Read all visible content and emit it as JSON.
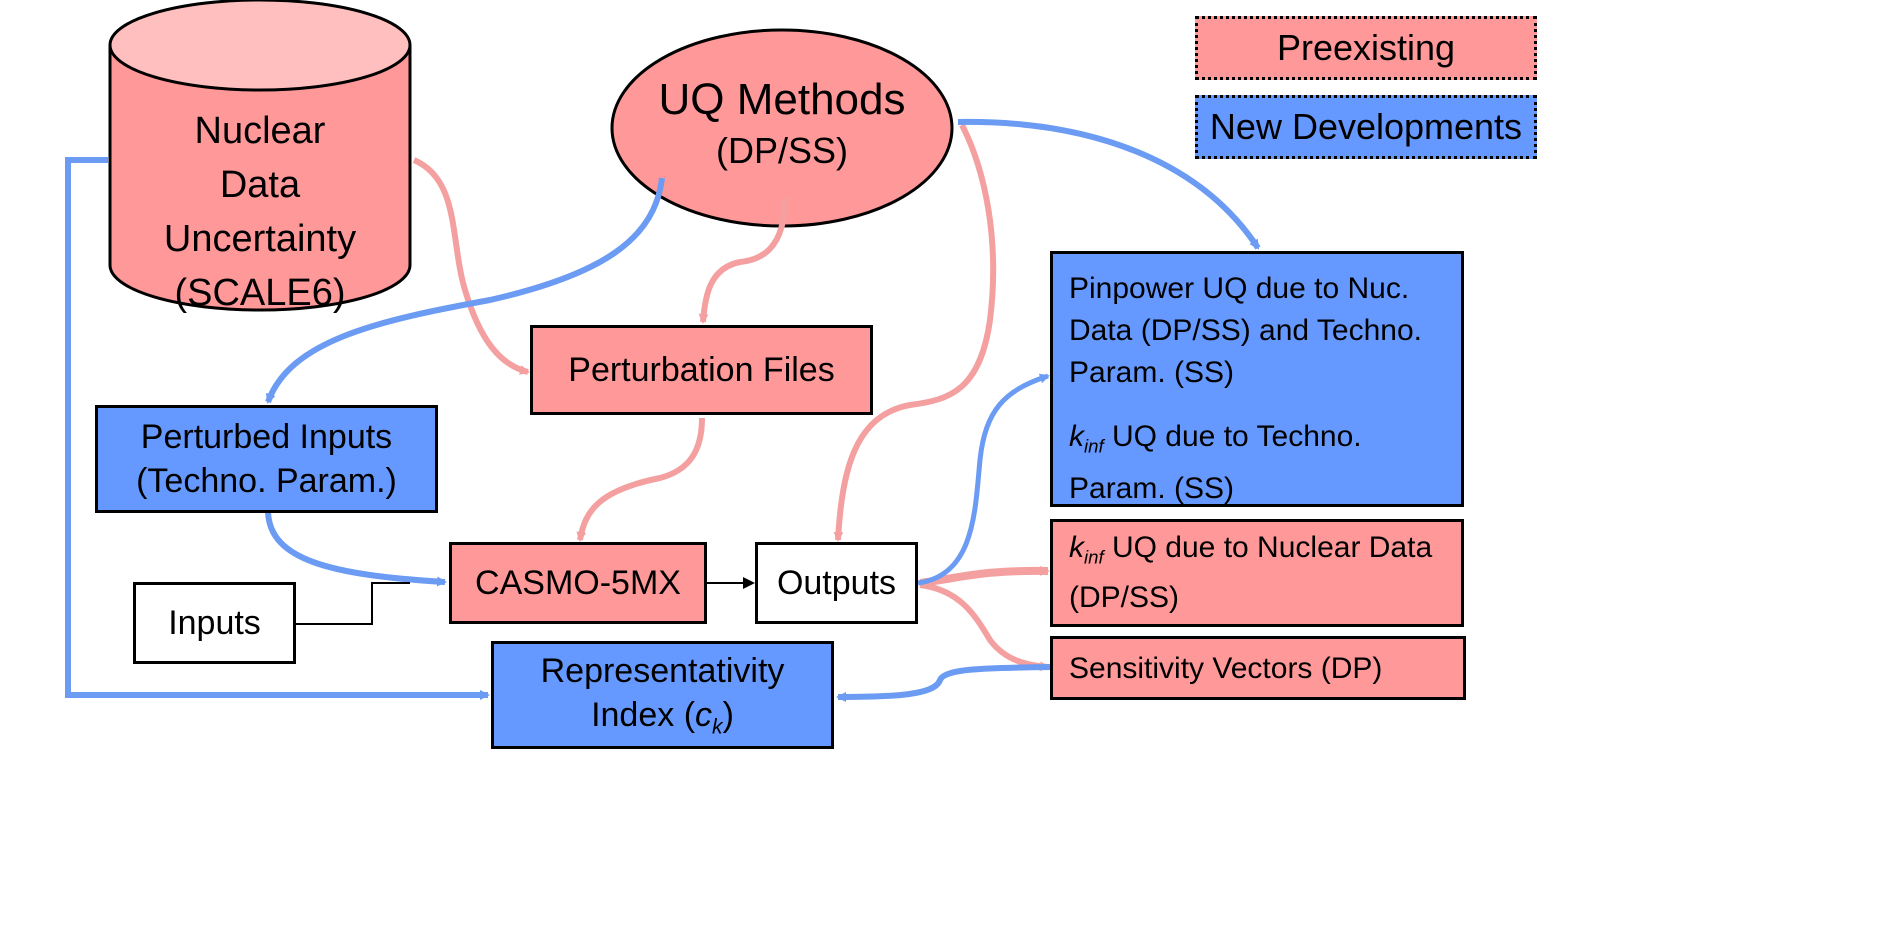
{
  "colors": {
    "preexisting_fill": "#FF9999",
    "new_dev_fill": "#6699FF",
    "pink_arrow": "#F4A0A0",
    "blue_arrow": "#6B9BF2",
    "cylinder_top": "#FFBFBF",
    "border": "#000000"
  },
  "legend": {
    "preexisting": "Preexisting",
    "new_developments": "New Developments"
  },
  "nodes": {
    "nuclear_data": {
      "lines": [
        "Nuclear",
        "Data",
        "Uncertainty",
        "(SCALE6)"
      ],
      "category": "preexisting",
      "shape": "cylinder"
    },
    "uq_methods": {
      "title": "UQ Methods",
      "subtitle": "(DP/SS)",
      "category": "preexisting",
      "shape": "ellipse"
    },
    "perturbation_files": {
      "label": "Perturbation Files",
      "category": "preexisting"
    },
    "perturbed_inputs": {
      "line1": "Perturbed Inputs",
      "line2": "(Techno. Param.)",
      "category": "new"
    },
    "inputs": {
      "label": "Inputs",
      "category": "plain"
    },
    "casmo": {
      "label": "CASMO-5MX",
      "category": "preexisting"
    },
    "outputs": {
      "label": "Outputs",
      "category": "plain"
    },
    "representativity": {
      "line1": "Representativity",
      "line2_prefix": "Index (",
      "line2_var": "c",
      "line2_sub": "k",
      "line2_suffix": ")",
      "category": "new"
    },
    "pinpower_uq": {
      "para1": [
        "Pinpower UQ due to Nuc.",
        "Data (DP/SS) and Techno.",
        "Param. (SS)"
      ],
      "para2_var": "k",
      "para2_sub": "inf",
      "para2_line1_rest": " UQ due to Techno.",
      "para2_line2": "Param. (SS)",
      "category": "new"
    },
    "kinf_nuclear": {
      "var": "k",
      "sub": "inf",
      "line1_rest": " UQ due to Nuclear Data",
      "line2": "(DP/SS)",
      "category": "preexisting"
    },
    "sensitivity_vectors": {
      "label": "Sensitivity Vectors (DP)",
      "category": "preexisting"
    }
  },
  "edges": [
    {
      "from": "nuclear_data",
      "to": "perturbation_files",
      "color": "pink"
    },
    {
      "from": "nuclear_data",
      "to": "representativity",
      "color": "blue"
    },
    {
      "from": "uq_methods",
      "to": "perturbed_inputs",
      "color": "blue"
    },
    {
      "from": "uq_methods",
      "to": "perturbation_files",
      "color": "pink"
    },
    {
      "from": "uq_methods",
      "to": "outputs",
      "color": "pink"
    },
    {
      "from": "uq_methods",
      "to": "pinpower_uq",
      "color": "blue"
    },
    {
      "from": "perturbation_files",
      "to": "casmo",
      "color": "pink"
    },
    {
      "from": "perturbed_inputs",
      "to": "casmo",
      "color": "blue"
    },
    {
      "from": "inputs",
      "to": "casmo",
      "color": "black"
    },
    {
      "from": "casmo",
      "to": "outputs",
      "color": "black"
    },
    {
      "from": "outputs",
      "to": "pinpower_uq",
      "color": "blue"
    },
    {
      "from": "outputs",
      "to": "kinf_nuclear",
      "color": "pink"
    },
    {
      "from": "outputs",
      "to": "sensitivity_vectors",
      "color": "pink"
    },
    {
      "from": "sensitivity_vectors",
      "to": "representativity",
      "color": "blue"
    }
  ]
}
